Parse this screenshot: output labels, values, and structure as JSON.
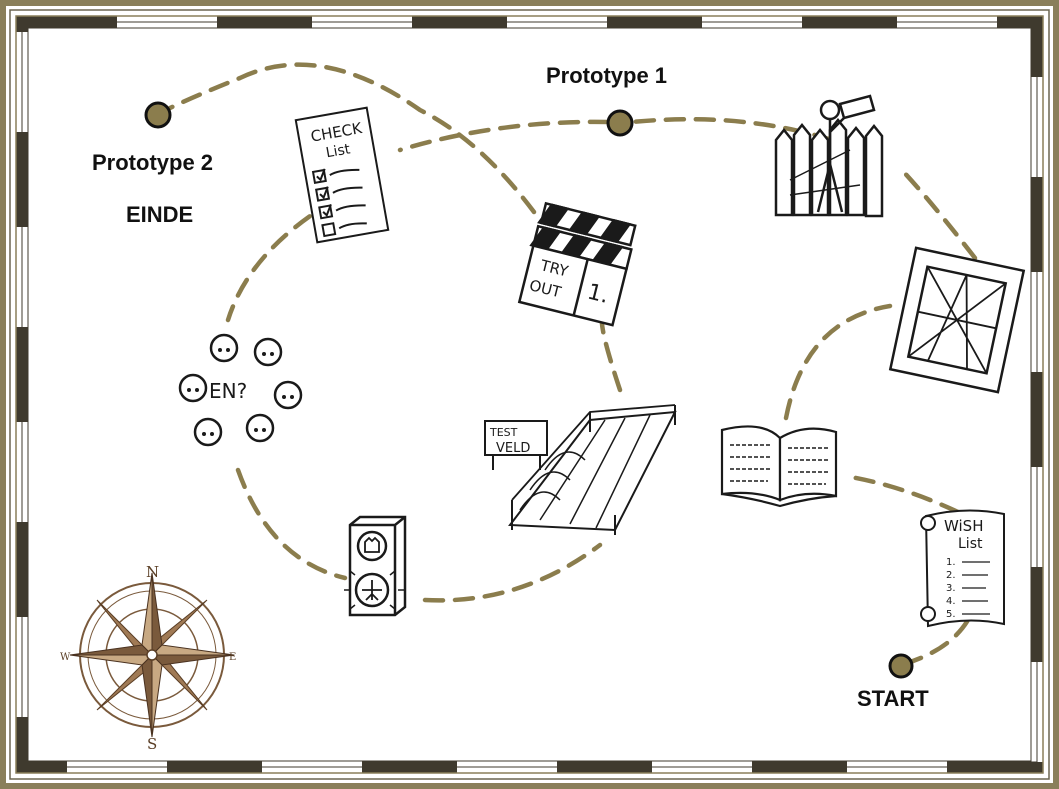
{
  "labels": {
    "prototype1": "Prototype 1",
    "prototype2": "Prototype 2",
    "einde": "EINDE",
    "start": "START"
  },
  "sketches": {
    "checklist": [
      "CHECK",
      "List"
    ],
    "clapper": [
      "TRY",
      "OUT",
      "1."
    ],
    "test_field_sign": [
      "TEST",
      "VELD"
    ],
    "en_question": "EN?",
    "wishlist": [
      "WiSH",
      "List",
      "1.",
      "2.",
      "3.",
      "4.",
      "5."
    ]
  },
  "compass": {
    "n": "N",
    "s": "S",
    "e": "E",
    "w": "W"
  },
  "colors": {
    "frame_outer": "#8a7f5a",
    "frame_inner": "#3f3a2e",
    "path": "#8b7d4d",
    "milestone": "#8b7d4d",
    "compass": "#7a5a3c",
    "ink": "#1a1a1a"
  },
  "icons": [
    "checklist-icon",
    "clapperboard-icon",
    "lookout-fence-icon",
    "frame-icon",
    "test-field-icon",
    "open-book-icon",
    "wishlist-scroll-icon",
    "traffic-light-icon",
    "people-circle-icon",
    "compass-rose-icon"
  ]
}
